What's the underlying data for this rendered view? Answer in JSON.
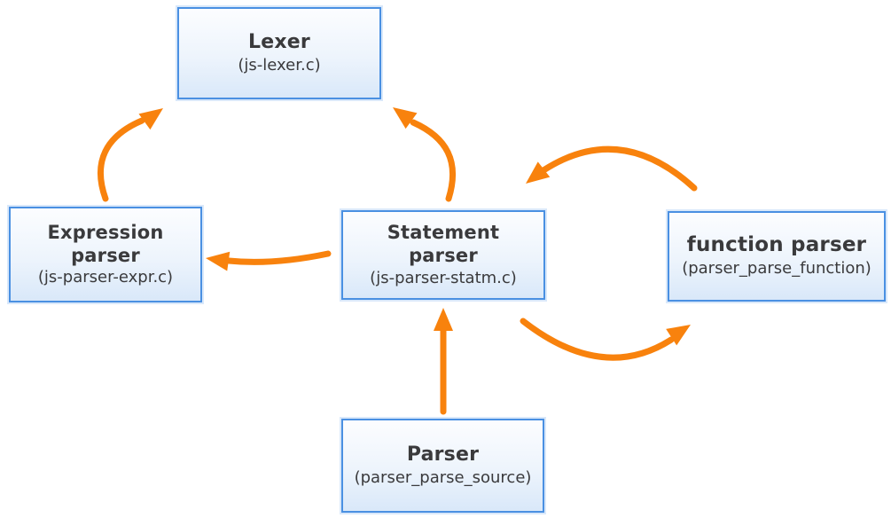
{
  "diagram": {
    "colors": {
      "arrow": "#F8820D",
      "node_border": "#4A90E2",
      "node_fill_top": "#FCFDFF",
      "node_fill_mid": "#EDF4FC",
      "node_fill_bottom": "#D9E8F9",
      "text": "#3A3A3C",
      "background": "#FFFFFF"
    },
    "nodes": [
      {
        "id": "lexer",
        "title": "Lexer",
        "subtitle": "(js-lexer.c)"
      },
      {
        "id": "expression-parser",
        "title": "Expression\nparser",
        "subtitle": "(js-parser-expr.c)"
      },
      {
        "id": "statement-parser",
        "title": "Statement\nparser",
        "subtitle": "(js-parser-statm.c)"
      },
      {
        "id": "function-parser",
        "title": "function parser",
        "subtitle": "(parser_parse_function)"
      },
      {
        "id": "parser",
        "title": "Parser",
        "subtitle": "(parser_parse_source)"
      }
    ],
    "edges": [
      {
        "from": "expression-parser",
        "to": "lexer"
      },
      {
        "from": "statement-parser",
        "to": "lexer"
      },
      {
        "from": "statement-parser",
        "to": "expression-parser"
      },
      {
        "from": "parser",
        "to": "statement-parser"
      },
      {
        "from": "function-parser",
        "to": "statement-parser"
      },
      {
        "from": "statement-parser",
        "to": "function-parser"
      }
    ]
  }
}
